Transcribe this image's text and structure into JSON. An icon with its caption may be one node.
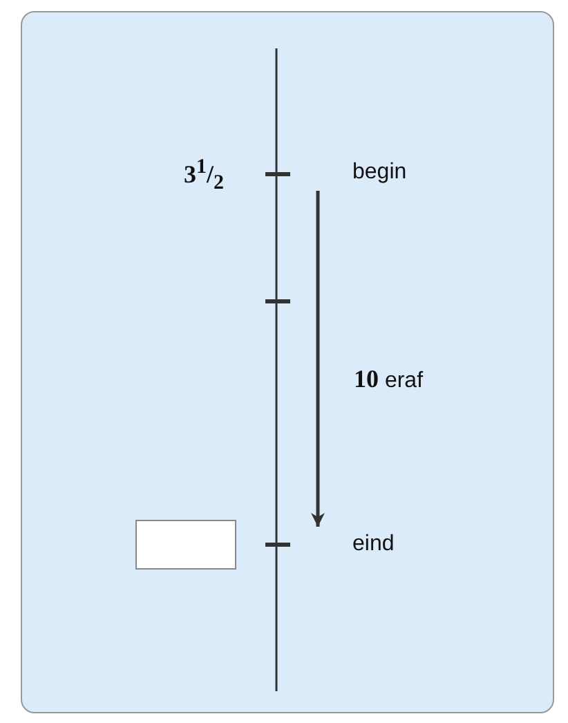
{
  "diagram": {
    "nodes": [
      {
        "text": [
          "begin"
        ]
      },
      {
        "text": [
          "eind"
        ]
      }
    ],
    "edges": [
      {
        "from": 0,
        "to": 1,
        "arrow": "to",
        "label": "**10** eraf"
      }
    ],
    "labels": [
      "3$^{1}$/$_{2}$"
    ]
  }
}
